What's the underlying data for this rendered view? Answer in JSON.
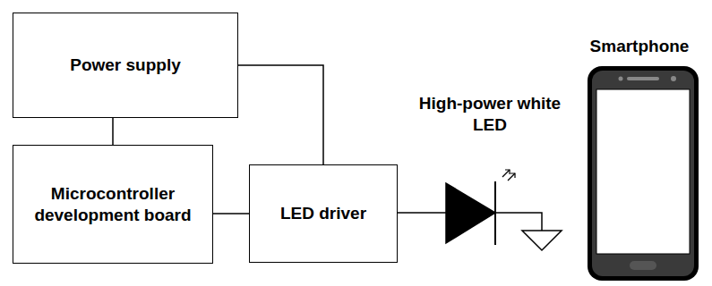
{
  "diagram": {
    "nodes": [
      {
        "text": [
          "Power supply"
        ]
      },
      {
        "text": [
          "Microcontroller development board"
        ]
      },
      {
        "text": [
          "LED driver"
        ]
      }
    ],
    "edges": [
      {
        "from": 0,
        "to": 1,
        "arrow": "none"
      },
      {
        "from": 0,
        "to": 2,
        "arrow": "none"
      },
      {
        "from": 1,
        "to": 2,
        "arrow": "none"
      }
    ],
    "labels": [
      "High-power white LED",
      "Smartphone"
    ]
  }
}
